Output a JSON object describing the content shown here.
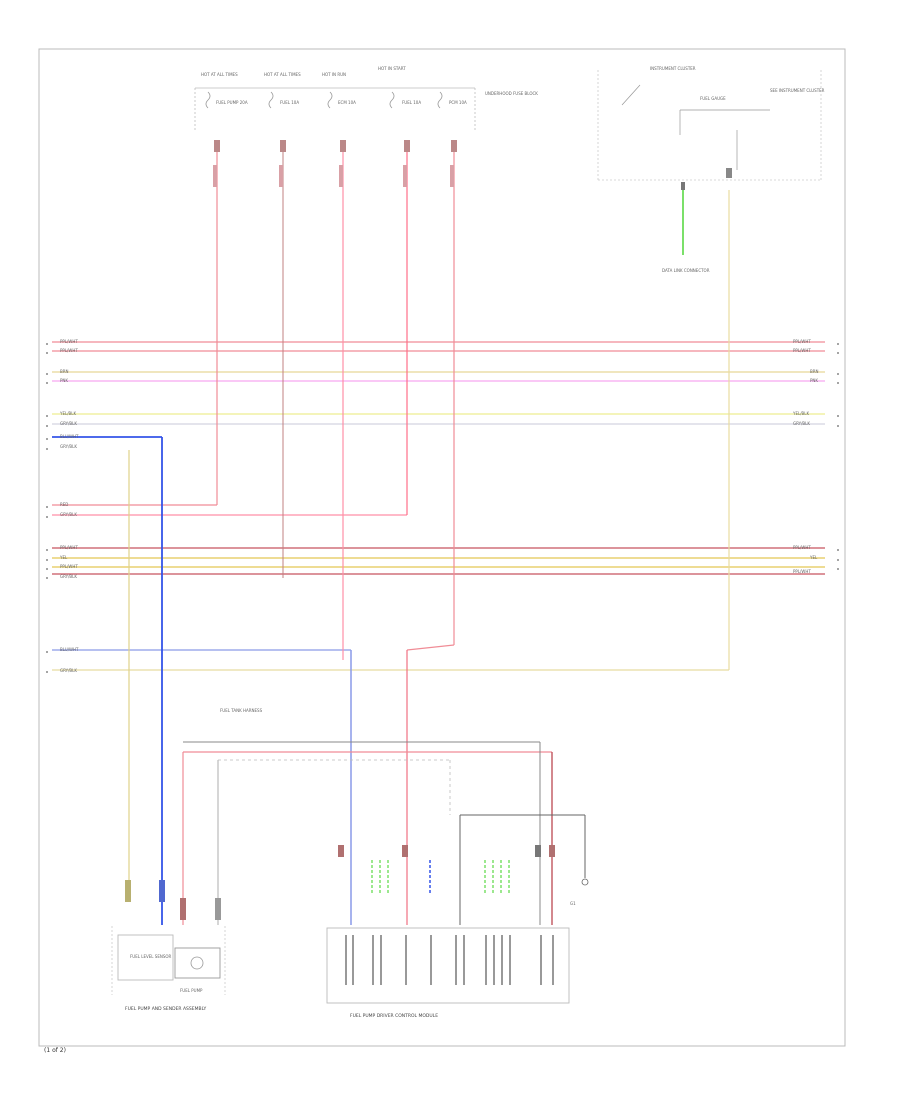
{
  "page": {
    "code": "(1 of 2)"
  },
  "fuses": [
    {
      "title": "HOT AT ALL TIMES",
      "fuse": "FUEL PUMP 20A"
    },
    {
      "title": "HOT AT ALL TIMES",
      "fuse": "FUEL 10A"
    },
    {
      "title": "HOT IN RUN",
      "fuse": "ECM 10A"
    },
    {
      "title": "HOT IN START",
      "fuse": "FUEL 10A"
    },
    {
      "title": "",
      "fuse": "PCM 10A"
    }
  ],
  "fuse_block": {
    "title": "UNDERHOOD FUSE BLOCK"
  },
  "cluster": {
    "title": "INSTRUMENT CLUSTER",
    "subtitle": "FUEL GAUGE",
    "right_label": "SEE INSTRUMENT CLUSTER",
    "bottom_label": "DATA LINK CONNECTOR"
  },
  "bus_labels": {
    "left": [
      "PPL/WHT",
      "PPL/WHT",
      "BRN",
      "PNK",
      "YEL/BLK",
      "GRY/BLK",
      "BLU/WHT",
      "GRY/BLK",
      "RED",
      "GRY/BLK",
      "PPL/WHT",
      "YEL",
      "PPL/WHT",
      "GRY/BLK",
      "BLU/WHT",
      "GRY/BLK"
    ],
    "right": [
      "PPL/WHT",
      "PPL/WHT",
      "BRN",
      "PNK",
      "YEL/BLK",
      "GRY/BLK",
      "PPL/WHT",
      "YEL",
      "PPL/WHT"
    ]
  },
  "bottom": {
    "left_box_label": "FUEL LEVEL SENSOR",
    "left_caption": "FUEL PUMP AND SENDER ASSEMBLY",
    "fuel_pump_label": "FUEL PUMP",
    "harness_title": "FUEL TANK HARNESS",
    "module_caption": "FUEL PUMP DRIVER CONTROL MODULE",
    "ground_label": "G1"
  }
}
